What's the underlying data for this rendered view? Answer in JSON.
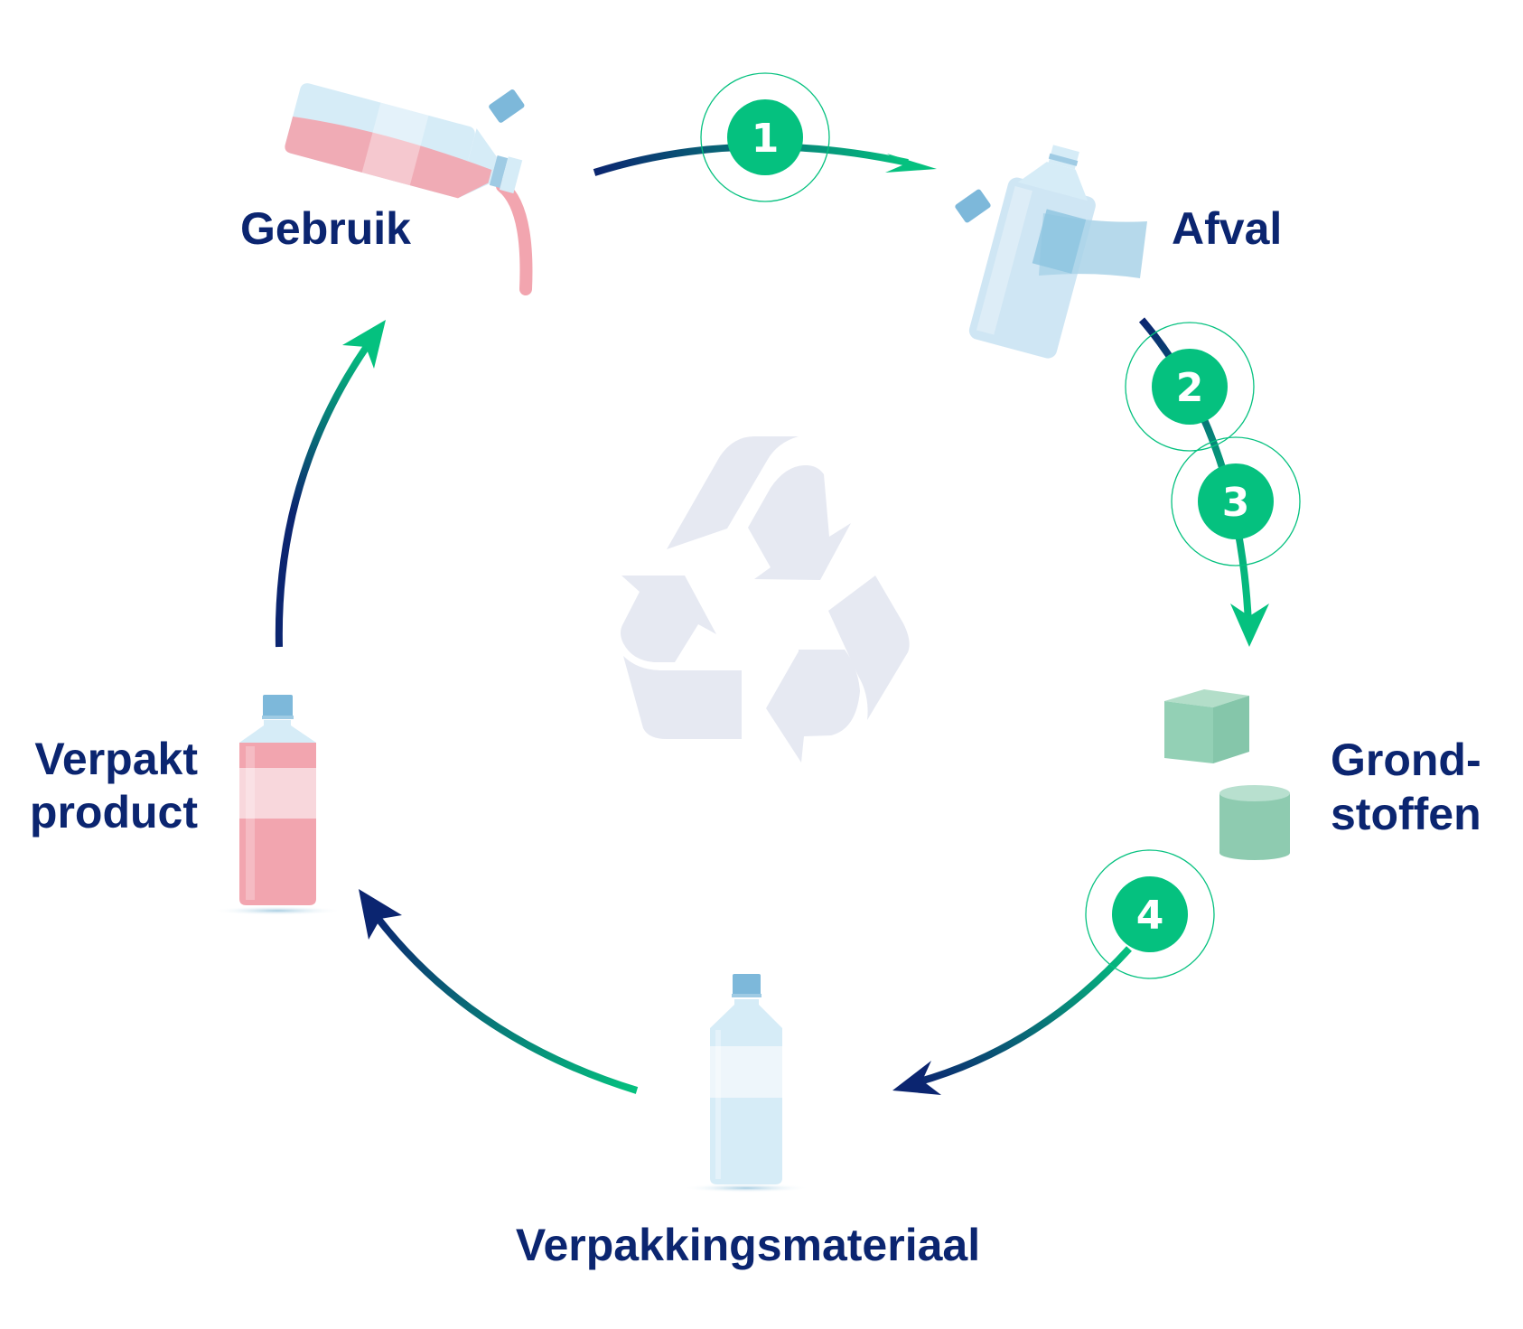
{
  "diagram": {
    "title": "Recycling cycle of plastic packaging",
    "colors": {
      "text": "#0b2570",
      "accent_green": "#05c17f",
      "navy": "#0b2570",
      "recycle_symbol": "#e6e9f2",
      "bottle_blue": "#d6ecf7",
      "cap_blue": "#7db8da",
      "liquid_pink": "#f2a5af",
      "cube_green": "#8ecbb0"
    },
    "stages": [
      {
        "id": "gebruik",
        "label": "Gebruik",
        "icon": "pouring-bottle-icon"
      },
      {
        "id": "afval",
        "label": "Afval",
        "icon": "discarded-bottle-icon"
      },
      {
        "id": "grondstoffen",
        "label_line1": "Grond-",
        "label_line2": "stoffen",
        "icon": "raw-materials-icon"
      },
      {
        "id": "verpakkingsmateriaal",
        "label": "Verpakkingsmateriaal",
        "icon": "empty-bottle-icon"
      },
      {
        "id": "verpakt-product",
        "label_line1": "Verpakt",
        "label_line2": "product",
        "icon": "filled-bottle-icon"
      }
    ],
    "steps": [
      {
        "number": "1",
        "from": "Gebruik",
        "to": "Afval"
      },
      {
        "number": "2",
        "from": "Afval",
        "to": "Grondstoffen"
      },
      {
        "number": "3",
        "from": "Afval",
        "to": "Grondstoffen"
      },
      {
        "number": "4",
        "from": "Grondstoffen",
        "to": "Verpakkingsmateriaal"
      }
    ],
    "center_icon": "recycle-icon"
  }
}
